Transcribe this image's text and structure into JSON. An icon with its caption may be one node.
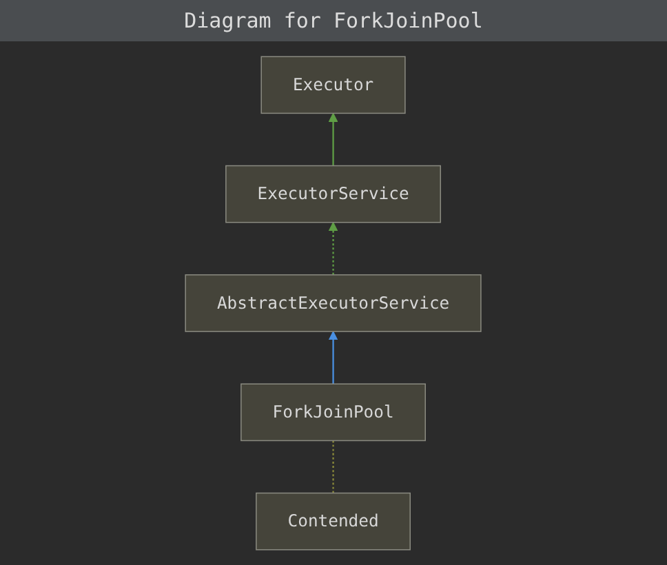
{
  "diagram": {
    "title": "Diagram for ForkJoinPool",
    "nodes": [
      {
        "text": [
          "Executor"
        ]
      },
      {
        "text": [
          "ExecutorService"
        ]
      },
      {
        "text": [
          "Contended"
        ]
      },
      {
        "text": [
          "AbstractExecutorService"
        ]
      },
      {
        "text": [
          "ForkJoinPool"
        ]
      }
    ],
    "edges": [
      {
        "from": 1,
        "to": 0,
        "arrow": "to",
        "color": "#5f9e45"
      },
      {
        "from": 3,
        "to": 1,
        "arrow": "to",
        "style": "dashed",
        "color": "#5f9e45"
      },
      {
        "from": 4,
        "to": 3,
        "arrow": "to",
        "color": "#4a90e2"
      },
      {
        "from": 2,
        "to": 4,
        "arrow": "none",
        "style": "dashed",
        "color": "#8a8a3a"
      }
    ]
  }
}
